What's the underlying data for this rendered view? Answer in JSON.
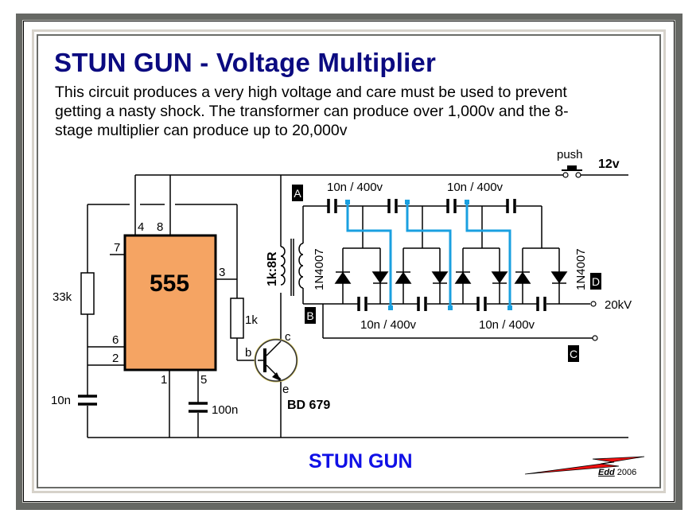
{
  "header": {
    "title": "STUN GUN - Voltage Multiplier",
    "description_lines": [
      "This circuit produces a very high voltage and care must be used to prevent",
      "getting a nasty shock.  The transformer can produce over 1,000v and the 8-",
      "stage multiplier can produce up to 20,000v"
    ]
  },
  "schematic": {
    "ic": {
      "label": "555",
      "fill_color": "#f5a463",
      "pins": {
        "p4": "4",
        "p8": "8",
        "p7": "7",
        "p3": "3",
        "p6": "6",
        "p2": "2",
        "p1": "1",
        "p5": "5"
      }
    },
    "components": {
      "r_timing": "33k",
      "r_base": "1k",
      "c_timing": "10n",
      "c_control": "100n",
      "transistor": "BD 679",
      "transformer": "1k:8R",
      "diode_left": "1N4007",
      "diode_right": "1N4007",
      "multiplier_caps": [
        "10n / 400v",
        "10n / 400v",
        "10n / 400v",
        "10n / 400v"
      ]
    },
    "transistor_pins": {
      "base": "b",
      "collector": "c",
      "emitter": "e"
    },
    "supply": {
      "switch_label": "push",
      "voltage": "12v"
    },
    "output": "20kV",
    "markers": [
      "A",
      "B",
      "C",
      "D"
    ],
    "wire_color": "#000000",
    "link_color": "#1aa0e0"
  },
  "footer": {
    "title": "STUN GUN",
    "signature": "Edd",
    "year": "2006"
  }
}
